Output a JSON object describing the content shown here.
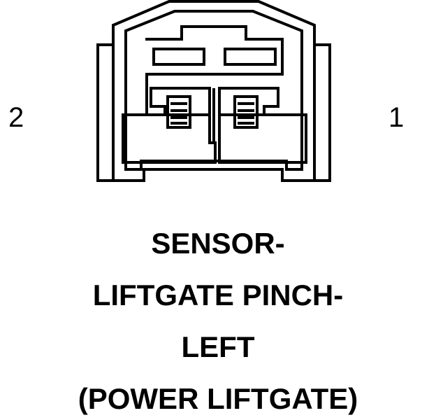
{
  "connector": {
    "pins": [
      {
        "number": "2"
      },
      {
        "number": "1"
      }
    ]
  },
  "caption": {
    "lines": [
      "SENSOR-",
      "LIFTGATE PINCH-",
      "LEFT",
      "(POWER LIFTGATE)"
    ]
  },
  "colors": {
    "line": "#000000",
    "background": "#ffffff"
  }
}
